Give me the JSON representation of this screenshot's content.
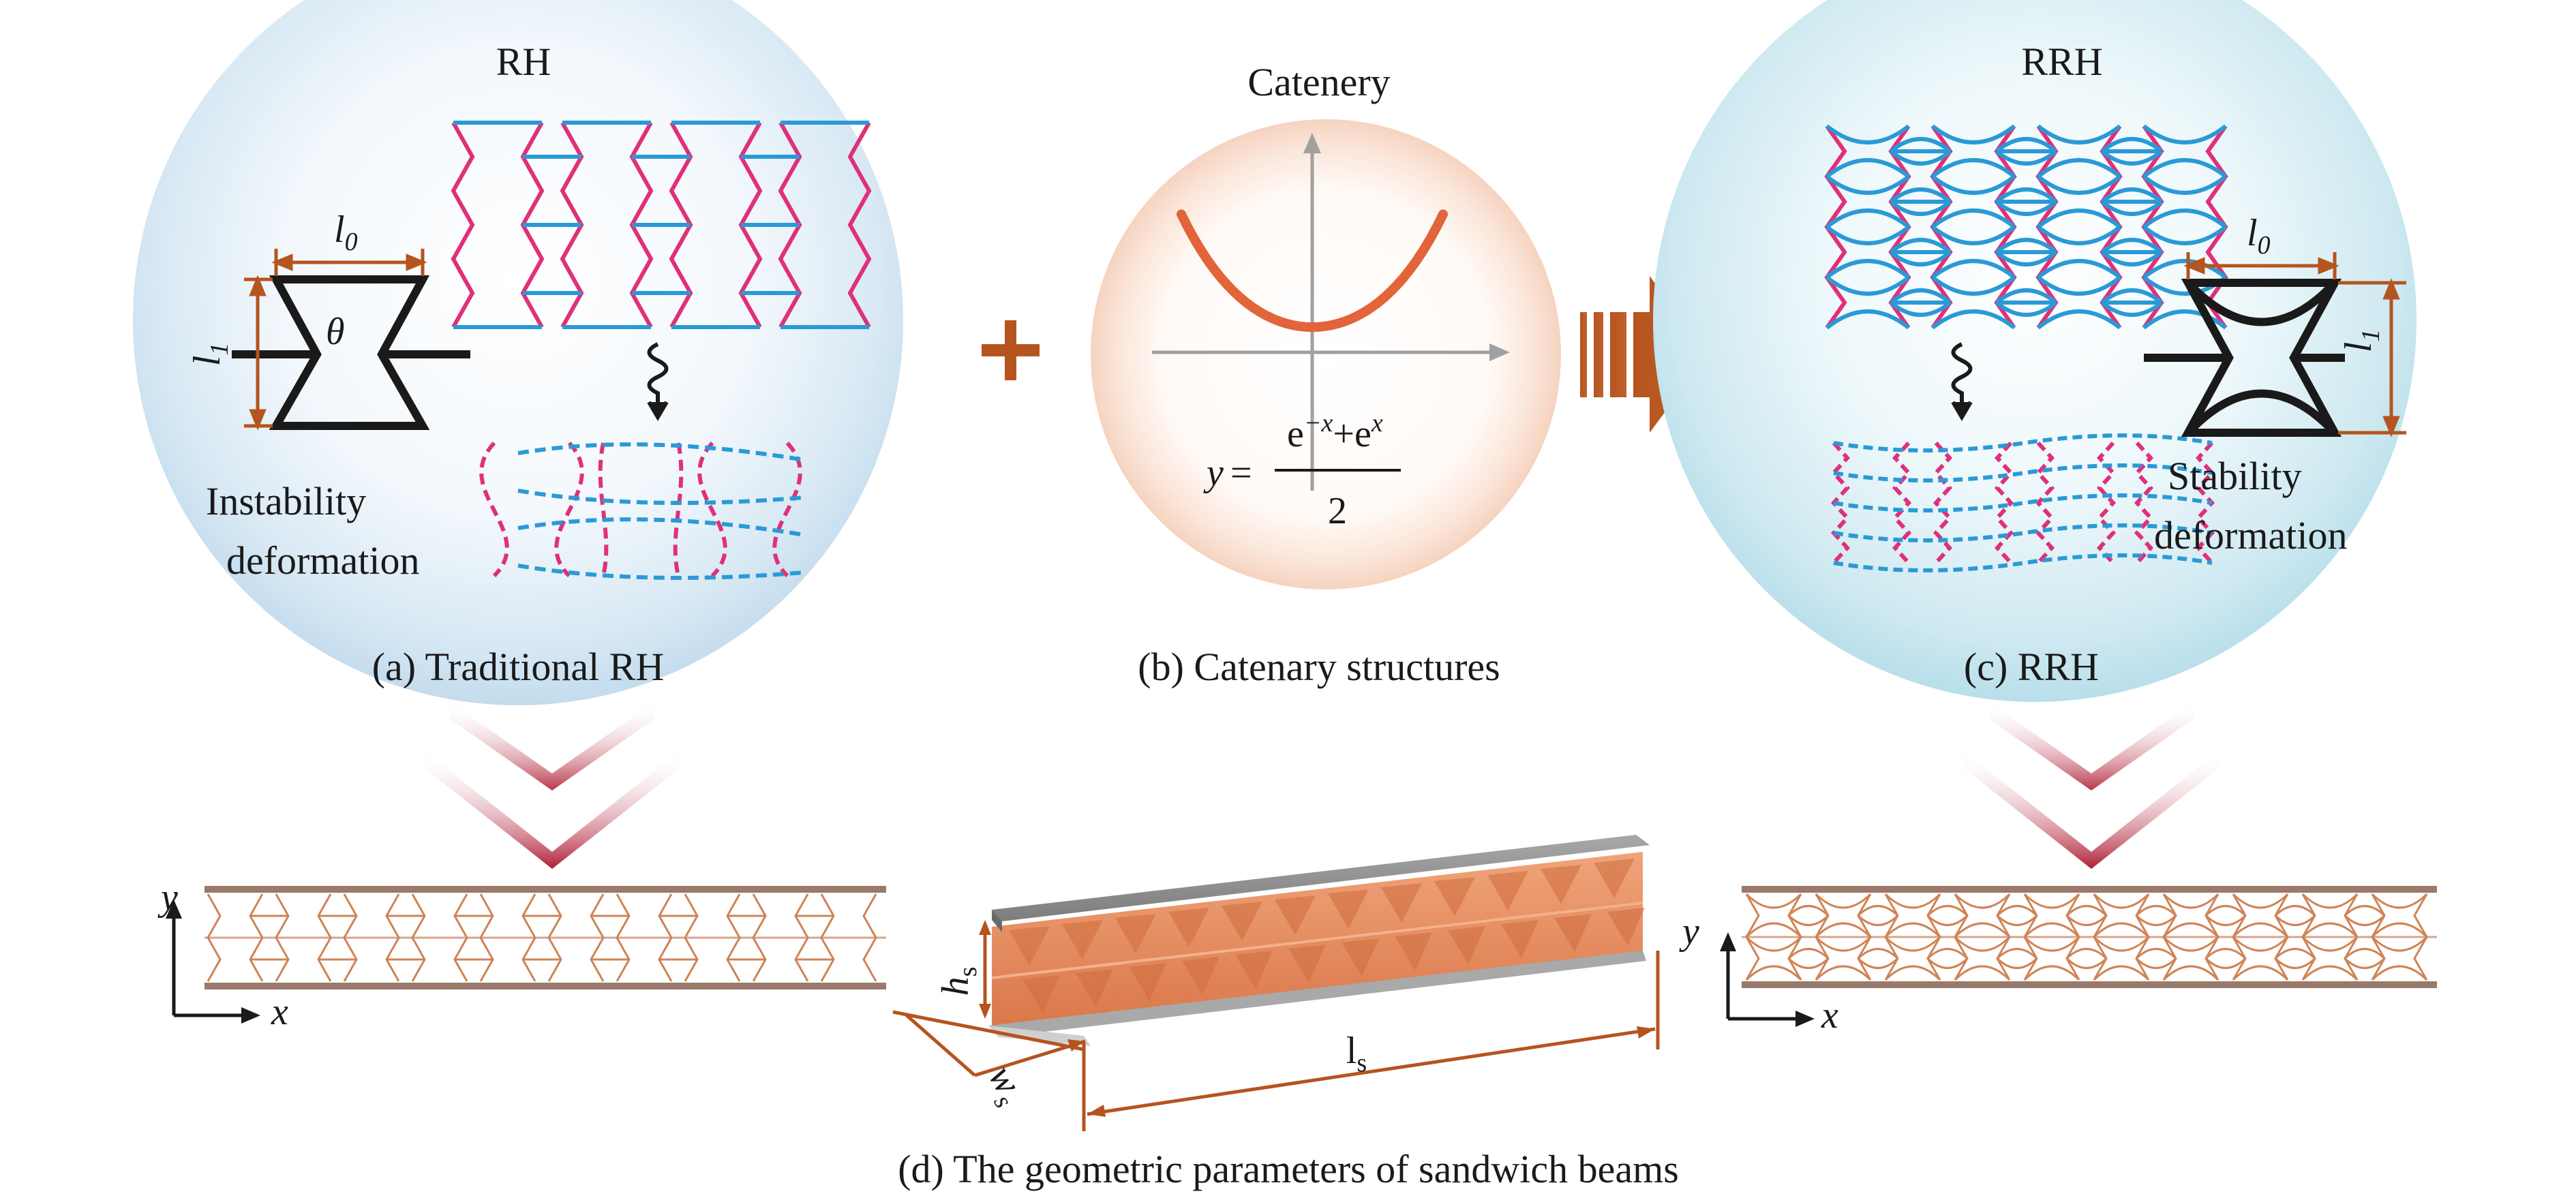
{
  "colors": {
    "honeycomb_vertical": "#e0307a",
    "honeycomb_horizontal": "#2a9ad6",
    "cell_outline": "#1a1a1a",
    "dimension": "#b5541f",
    "chevron": "#b01f35",
    "core_fill": "#e58a5a",
    "face_sheet": "#8a8a8a",
    "beam_cell_line": "#cf8456"
  },
  "panel_a": {
    "title": "RH",
    "caption": "(a) Traditional RH",
    "label_l0": "l",
    "label_l0_sub": "0",
    "label_l1": "l",
    "label_l1_sub": "1",
    "label_theta": "θ",
    "deformation_line1": "Instability",
    "deformation_line2": "deformation"
  },
  "plus_icon": "plus-icon",
  "panel_b": {
    "title": "Catenery",
    "caption": "(b) Catenary structures",
    "eq_lhs": "y",
    "eq_eq": "=",
    "eq_num_e1": "e",
    "eq_num_exp1": "−x",
    "eq_num_plus": "+",
    "eq_num_e2": "e",
    "eq_num_exp2": "x",
    "eq_den": "2"
  },
  "arrow_icon": "right-arrow-icon",
  "panel_c": {
    "title": "RRH",
    "caption": "(c) RRH",
    "label_l0": "l",
    "label_l0_sub": "0",
    "label_l1": "l",
    "label_l1_sub": "1",
    "deformation_line1": "Stability",
    "deformation_line2": "deformation"
  },
  "panel_d": {
    "caption": "(d) The geometric parameters of sandwich beams",
    "axis_x": "x",
    "axis_y": "y",
    "hs": "h",
    "hs_sub": "s",
    "ws": "w",
    "ws_sub": "s",
    "ls": "l",
    "ls_sub": "s"
  }
}
